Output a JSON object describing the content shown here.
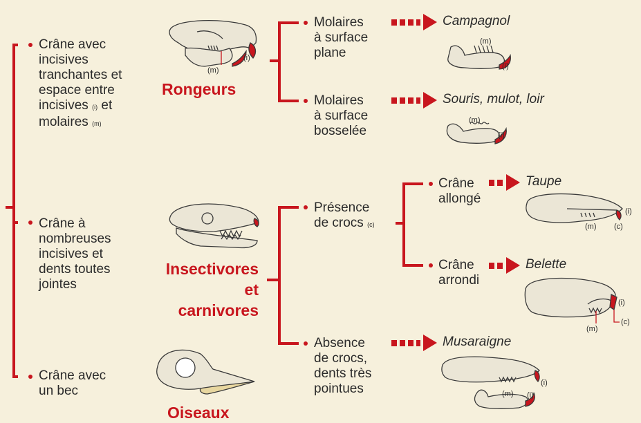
{
  "criteria": {
    "c1": {
      "lines": [
        "Crâne avec",
        "incisives",
        "tranchantes et",
        "espace entre"
      ],
      "line5": "incisives",
      "line5_mark": "(i)",
      "line5_tail": "et",
      "line6": "molaires",
      "line6_mark": "(m)"
    },
    "c2": {
      "lines": [
        "Crâne à",
        "nombreuses",
        "incisives et",
        "dents toutes",
        "jointes"
      ]
    },
    "c3": {
      "lines": [
        "Crâne avec",
        "un bec"
      ]
    }
  },
  "groups": {
    "rongeurs": "Rongeurs",
    "insectivores": [
      "Insectivores",
      "et",
      "carnivores"
    ],
    "oiseaux": "Oiseaux"
  },
  "sub": {
    "plane": [
      "Molaires",
      "à surface",
      "plane"
    ],
    "bosselee": [
      "Molaires",
      "à surface",
      "bosselée"
    ],
    "crocs": [
      "Présence",
      "de crocs"
    ],
    "crocs_mark": "(c)",
    "absence": [
      "Absence",
      "de crocs,",
      "dents très",
      "pointues"
    ],
    "allonge": [
      "Crâne",
      "allongé"
    ],
    "arrondi": [
      "Crâne",
      "arrondi"
    ]
  },
  "species": {
    "campagnol": "Campagnol",
    "souris": "Souris, mulot, loir",
    "taupe": "Taupe",
    "belette": "Belette",
    "musaraigne": "Musaraigne"
  },
  "labels": {
    "i": "(i)",
    "m": "(m)",
    "c": "(c)"
  },
  "colors": {
    "accent": "#c8161e",
    "bone": "#ebe6d6",
    "outline": "#3a3a3a",
    "background": "#f6f0dc"
  }
}
